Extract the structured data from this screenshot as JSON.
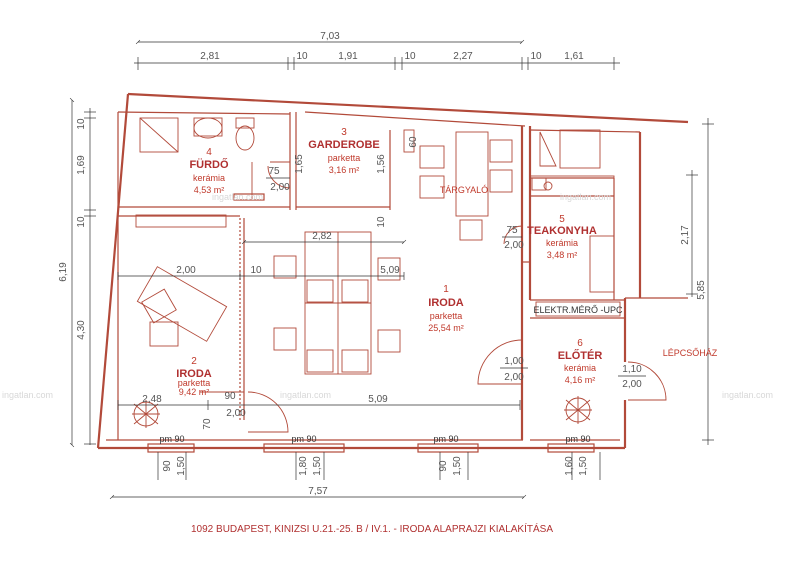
{
  "caption": "1092 BUDAPEST, KINIZSI U.21.-25. B / IV.1. - IRODA ALAPRAJZI KIALAKÍTÁSA",
  "watermark": "ingatlan.com",
  "top_dims": {
    "total": "7,03",
    "d1": "2,81",
    "d2": "10",
    "d3": "1,91",
    "d4": "10",
    "d5": "2,27",
    "d6": "10",
    "d7": "1,61"
  },
  "left_dims": {
    "total": "6,19",
    "d1": "10",
    "d2": "1,69",
    "d3": "10",
    "d4": "4,30"
  },
  "right_dims": {
    "d1": "2,17",
    "d2": "5,85"
  },
  "bottom_dims": {
    "total": "7,57",
    "w1a": "90",
    "w1b": "1,50",
    "w2a": "1,80",
    "w2b": "1,50",
    "w3a": "90",
    "w3b": "1,50",
    "w4a": "1,60",
    "w4b": "1,50"
  },
  "inner_dims": {
    "furdo_door_w": "75",
    "furdo_door_h": "2,00",
    "garderobe_w": "1,65",
    "garderobe_h": "1,56",
    "garderobe_gap": "10",
    "targyalo_60": "60",
    "iroda_top": "2,82",
    "row_200": "2,00",
    "row_10": "10",
    "row_509": "5,09",
    "teak_door_w": "75",
    "teak_door_h": "2,00",
    "eloter_door_w": "1,00",
    "eloter_door_h": "2,00",
    "lepcso_door_w": "1,10",
    "lepcso_door_h": "2,00",
    "iroda2_door_w": "90",
    "iroda2_door_h": "2,00",
    "bottom_248": "2,48",
    "bottom_509": "5,09",
    "bottom_70": "70"
  },
  "rooms": [
    {
      "num": "4",
      "name": "FÜRDŐ",
      "floor": "kerámia",
      "area": "4,53 m²"
    },
    {
      "num": "3",
      "name": "GARDEROBE",
      "floor": "parketta",
      "area": "3,16 m²"
    },
    {
      "num": "5",
      "name": "TEAKONYHA",
      "floor": "kerámia",
      "area": "3,48 m²"
    },
    {
      "num": "1",
      "name": "IRODA",
      "floor": "parketta",
      "area": "25,54 m²"
    },
    {
      "num": "2",
      "name": "IRODA",
      "floor": "parketta",
      "area": "9,42 m²"
    },
    {
      "num": "6",
      "name": "ELŐTÉR",
      "floor": "kerámia",
      "area": "4,16 m²"
    }
  ],
  "labels": {
    "targyalo": "TÁRGYALÓ",
    "elektr": "ELEKTR.MÉRŐ -UPC",
    "lepcsohaz": "LÉPCSŐHÁZ",
    "pm1": "pm 90",
    "pm2": "pm 90",
    "pm3": "pm 90",
    "pm4": "pm 90"
  },
  "colors": {
    "wall": "#b24a3a",
    "room_text": "#b03030",
    "dimension": "#555555"
  }
}
